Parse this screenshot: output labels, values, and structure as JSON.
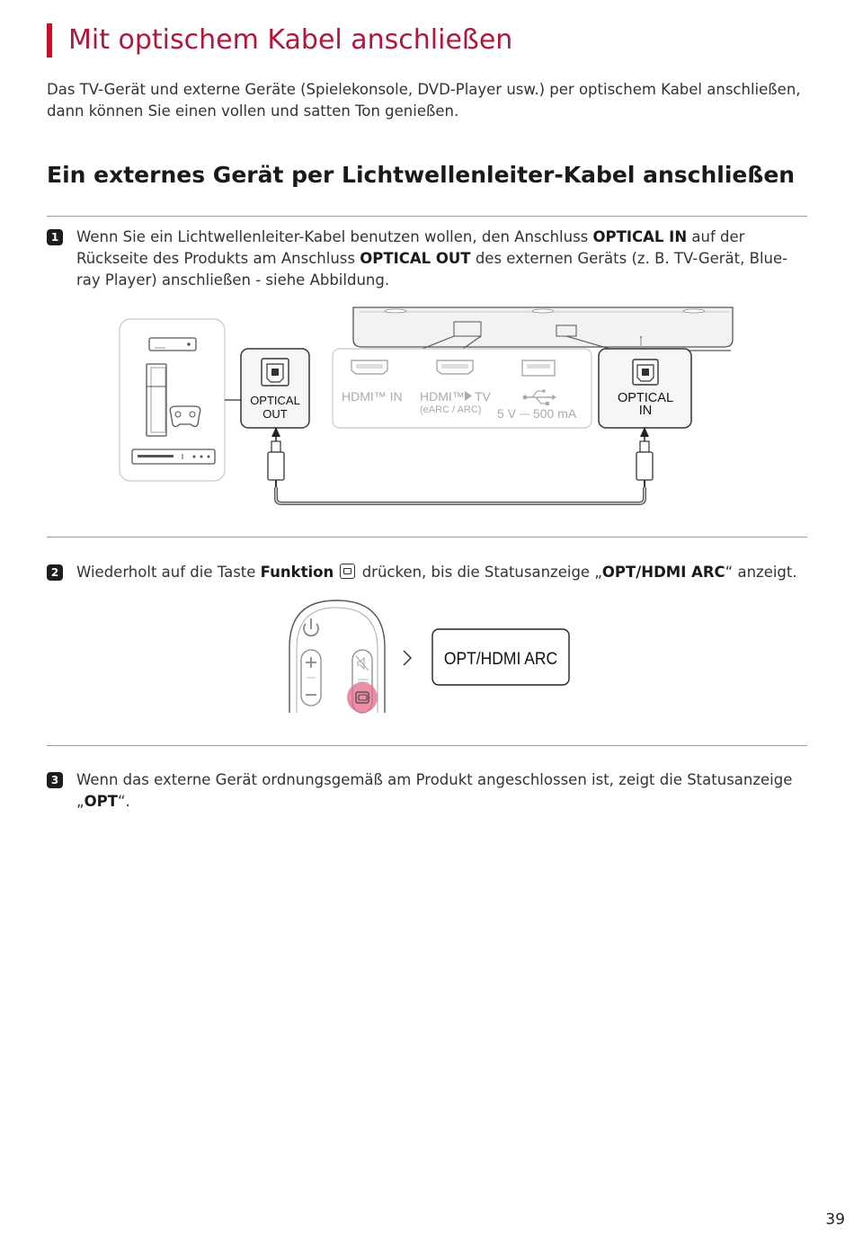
{
  "title": "Mit optischem Kabel anschließen",
  "intro": "Das TV-Gerät und externe Geräte (Spielekonsole, DVD-Player usw.) per optischem Kabel anschließen, dann können Sie einen vollen und satten Ton genießen.",
  "subtitle": "Ein externes Gerät per Lichtwellenleiter-Kabel anschließen",
  "steps": [
    {
      "number": "1",
      "t1": "Wenn Sie ein Lichtwellenleiter-Kabel benutzen wollen, den Anschluss ",
      "b1": "OPTICAL IN",
      "t2": " auf der Rückseite des Produkts am Anschluss ",
      "b2": "OPTICAL OUT",
      "t3": " des externen Geräts (z. B. TV-Gerät, Blue-ray Player) anschließen - siehe Abbildung."
    },
    {
      "number": "2",
      "t1": "Wiederholt auf die Taste ",
      "b1": "Funktion",
      "t2": " drücken, bis die Statusanzeige „",
      "b2": "OPT/HDMI ARC",
      "t3": "“ anzeigt."
    },
    {
      "number": "3",
      "t1": "Wenn das externe Gerät ordnungsgemäß am Produkt angeschlossen ist, zeigt die Statusanzeige „",
      "b1": "OPT",
      "t2": "“."
    }
  ],
  "figure1": {
    "optical_out_line1": "OPTICAL",
    "optical_out_line2": "OUT",
    "hdmi_in": "HDMI™ IN",
    "hdmi_tv": "HDMI™",
    "hdmi_tv_suffix": "TV",
    "earc": "(eARC / ARC)",
    "usb_rating": "5 V ⎓ 500 mA",
    "optical_in_line1": "OPTICAL",
    "optical_in_line2": "IN"
  },
  "figure2": {
    "display_text": "OPT/HDMI ARC"
  },
  "page_number": "39",
  "colors": {
    "accent": "#c8102e",
    "highlight": "#e36a8a"
  },
  "icons": [
    "tv-box-icon",
    "game-console-icon",
    "gamepad-icon",
    "bluray-player-icon",
    "optical-port-icon",
    "hdmi-port-icon",
    "usb-port-icon",
    "usb-symbol-icon",
    "power-icon",
    "plus-icon",
    "minus-icon",
    "mute-icon",
    "function-icon",
    "chevron-right-icon"
  ]
}
